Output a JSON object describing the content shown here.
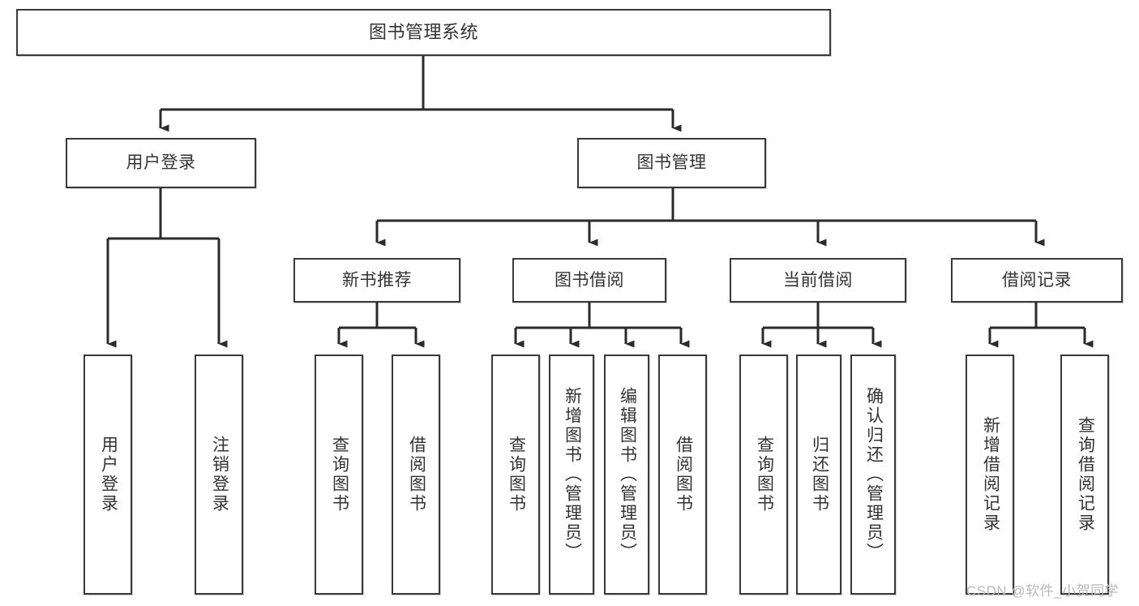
{
  "diagram": {
    "title": "图书管理系统",
    "type": "function-structure-tree",
    "watermark": "CSDN @软件_小贺同学",
    "colors": {
      "border": "#3a3a3a",
      "text": "#333333",
      "background": "#ffffff",
      "edge": "#2b2b2b",
      "watermark": "#b9b9b9"
    },
    "levels": {
      "root": {
        "label": "图书管理系统"
      },
      "level2": [
        {
          "id": "user-login",
          "label": "用户登录"
        },
        {
          "id": "book-manage",
          "label": "图书管理"
        }
      ],
      "level3": [
        {
          "id": "new-book-recommend",
          "label": "新书推荐"
        },
        {
          "id": "book-borrow",
          "label": "图书借阅"
        },
        {
          "id": "current-borrow",
          "label": "当前借阅"
        },
        {
          "id": "borrow-record",
          "label": "借阅记录"
        }
      ],
      "leaves": [
        {
          "id": "leaf-user-login",
          "label": "用户登录",
          "parent": "user-login"
        },
        {
          "id": "leaf-logout-login",
          "label": "注销登录",
          "parent": "user-login"
        },
        {
          "id": "leaf-query-book-1",
          "label": "查询图书",
          "parent": "new-book-recommend"
        },
        {
          "id": "leaf-borrow-book-1",
          "label": "借阅图书",
          "parent": "new-book-recommend"
        },
        {
          "id": "leaf-query-book-2",
          "label": "查询图书",
          "parent": "book-borrow"
        },
        {
          "id": "leaf-add-book",
          "label": "新增图书（管理员）",
          "parent": "book-borrow"
        },
        {
          "id": "leaf-edit-book",
          "label": "编辑图书（管理员）",
          "parent": "book-borrow"
        },
        {
          "id": "leaf-borrow-book-2",
          "label": "借阅图书",
          "parent": "book-borrow"
        },
        {
          "id": "leaf-query-book-3",
          "label": "查询图书",
          "parent": "current-borrow"
        },
        {
          "id": "leaf-return-book",
          "label": "归还图书",
          "parent": "current-borrow"
        },
        {
          "id": "leaf-confirm-return",
          "label": "确认归还（管理员）",
          "parent": "current-borrow"
        },
        {
          "id": "leaf-add-record",
          "label": "新增借阅记录",
          "parent": "borrow-record"
        },
        {
          "id": "leaf-query-record",
          "label": "查询借阅记录",
          "parent": "borrow-record"
        }
      ]
    }
  }
}
